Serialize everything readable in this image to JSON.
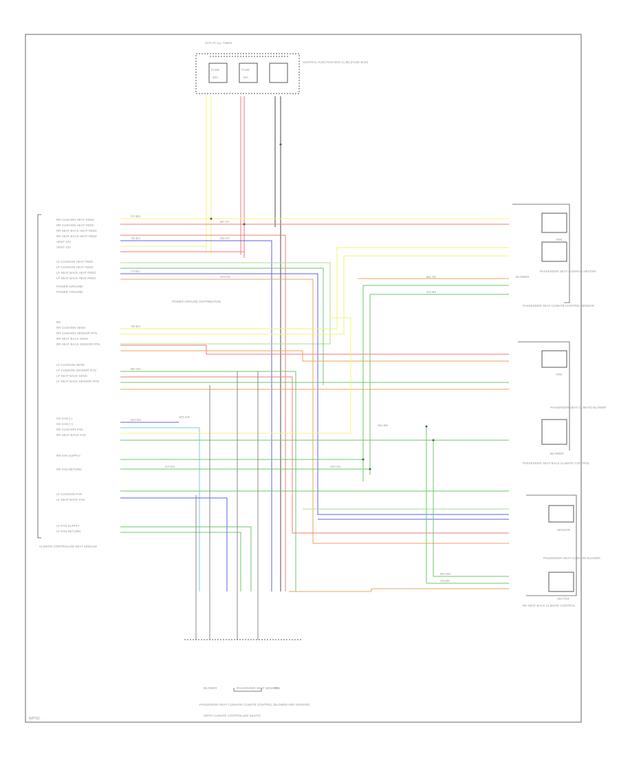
{
  "page_code": "W/PSC",
  "fuse_box": {
    "header": "HOT AT ALL TIMES",
    "title": "CENTRAL JUNCTION BOX (CJB) (FUSE BOX)",
    "fuse_a": "FUSE",
    "fuse_b": "FUSE",
    "fuse_a_amp": "20A",
    "fuse_b_amp": "15A"
  },
  "module_left": {
    "title": "CLIMATE CONTROLLED SEAT MODULE"
  },
  "left_pin_labels_top": [
    "RR CUSHION HEAT FEED",
    "RR CUSHION HEAT FEED",
    "RR SEAT BACK HEAT FEED",
    "RR SEAT BACK HEAT FEED",
    "VENT 12V",
    "VENT 12V",
    "LF CUSHION HEAT FEED",
    "LF CUSHION HEAT FEED",
    "LF SEAT BACK HEAT FEED",
    "LF SEAT BACK HEAT FEED",
    "POWER GROUND",
    "POWER GROUND"
  ],
  "left_pin_labels_mid": [
    "RR",
    "RR CUSHION SENS",
    "RR CUSHION SENSOR RTN",
    "RR SEAT BACK SENS",
    "RR SEAT BACK SENSOR RTN",
    "LF CUSHION SENS",
    "LF CUSHION SENSOR RTN",
    "LF SEAT BACK SENS",
    "LF SEAT BACK SENSOR RTN"
  ],
  "left_pin_labels_low": [
    "HS-CAN (-)",
    "HS-CAN (+)",
    "RR CUSHION FAN",
    "RR SEAT BACK FAN",
    "RR FAN SUPPLY",
    "RR FAN RETURN",
    "LF CUSHION FAN",
    "LF SEAT BACK FAN",
    "LF FAN SUPPLY",
    "LF FAN RETURN"
  ],
  "wire_codes": [
    "GY-BU",
    "BK-VT",
    "YE-BU",
    "RD-GY",
    "VT-BU",
    "GN-OG",
    "BU-YE",
    "OG-BK",
    "YE-BU",
    "BK-GN",
    "WH-BU",
    "GY-OG",
    "BU-BN",
    "GN-OG",
    "BN-WH",
    "GN-BK"
  ],
  "notes": {
    "ground_note": "POWER GROUND DISTRIBUTION",
    "splice_note": "SPLICE"
  },
  "right_components": [
    {
      "title": "PASSENGER SEAT CUSHION HEATER"
    },
    {
      "title": "PASSENGER SEAT CLIMATE CONTROL SENSOR"
    },
    {
      "title": "PASSENGER SEAT CLIMATE BLOWER"
    },
    {
      "title": "PASSENGER SEAT BACK CLIMATE CONTROL"
    },
    {
      "title": "PASSENGER SEAT CUSHION BLOWER"
    },
    {
      "title": "RH SEAT BACK CLIMATE CONTROL"
    }
  ],
  "right_labels": {
    "tr1": "TRN",
    "tr2": "TRN",
    "bl1": "BLOWER",
    "bl2": "BLOWER",
    "sensor": "SENSOR",
    "heater": "HEATER"
  },
  "bottom_connector": {
    "pins": [
      "BLOWER",
      "PASSENGER SEAT SENSOR",
      "TRN"
    ],
    "title": "PASSENGER SEAT CUSHION CLIMATE CONTROL (BLOWER AND SENSOR)",
    "subtitle": "(WITH CLIMATE CONTROLLED SEATS)"
  },
  "colors": {
    "yellow": "#f3f37a",
    "red": "#f07a7a",
    "blue": "#5c5cf0",
    "green": "#6cc46c",
    "orange": "#f0a05a",
    "dark": "#4a4a4a",
    "cyan": "#7ac8f0",
    "lightgreen": "#a8e08a"
  }
}
